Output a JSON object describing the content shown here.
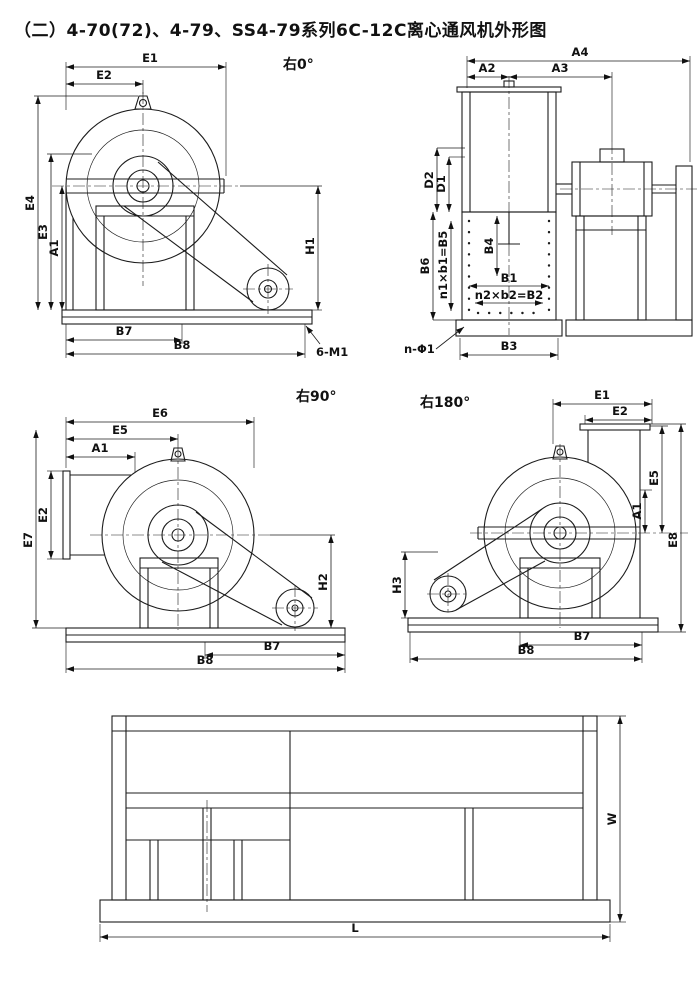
{
  "title": "（二）4-70(72)、4-79、SS4-79系列6C-12C离心通风机外形图",
  "views": {
    "v0": {
      "name": "右0°",
      "labels": {
        "E1": "E1",
        "E2": "E2",
        "E3": "E3",
        "E4": "E4",
        "A1": "A1",
        "H1": "H1",
        "B7": "B7",
        "B8": "B8",
        "M1": "6-M1"
      }
    },
    "vside": {
      "labels": {
        "A4": "A4",
        "A2": "A2",
        "A3": "A3",
        "D1": "D1",
        "D2": "D2",
        "B6": "B6",
        "B5": "n1×b1=B5",
        "B4": "B4",
        "B1": "B1",
        "B2": "n2×b2=B2",
        "B3": "B3",
        "PHI": "n-Φ1"
      }
    },
    "v90": {
      "name": "右90°",
      "labels": {
        "E6": "E6",
        "E5": "E5",
        "A1": "A1",
        "E2": "E2",
        "E7": "E7",
        "H2": "H2",
        "B7": "B7",
        "B8": "B8"
      }
    },
    "v180": {
      "name": "右180°",
      "labels": {
        "E1": "E1",
        "E2": "E2",
        "E5": "E5",
        "A1": "A1",
        "E8": "E8",
        "H3": "H3",
        "B7": "B7",
        "B8": "B8"
      }
    },
    "base": {
      "labels": {
        "W": "W",
        "L": "L"
      }
    }
  }
}
